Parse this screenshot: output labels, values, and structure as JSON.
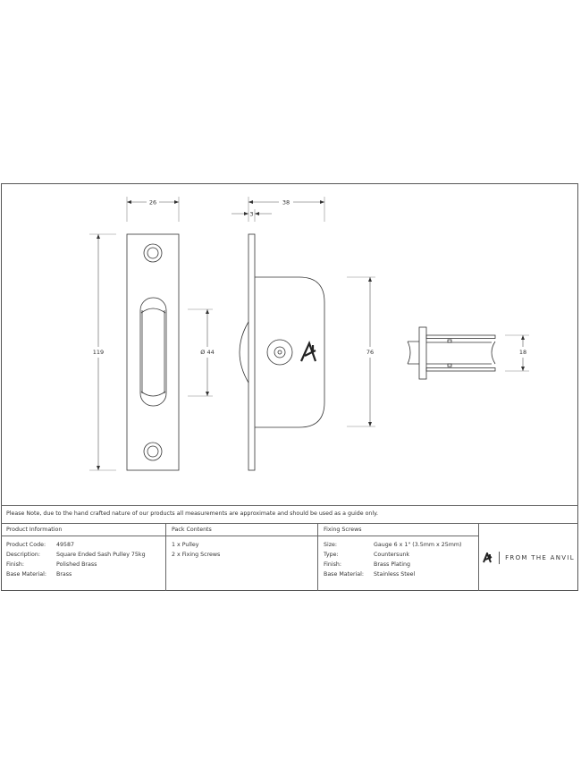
{
  "dimensions": {
    "width": "26",
    "height": "119",
    "wheel_diameter": "Ø 44",
    "depth": "38",
    "plate_thickness": "3",
    "body_height": "76",
    "wheel_width": "18"
  },
  "note": "Please Note, due to the hand crafted nature of our products all measurements are approximate and should be used as a guide only.",
  "product_information": {
    "heading": "Product Information",
    "rows": [
      {
        "label": "Product Code:",
        "value": "49587"
      },
      {
        "label": "Description:",
        "value": "Square Ended Sash Pulley 75kg"
      },
      {
        "label": "Finish:",
        "value": "Polished Brass"
      },
      {
        "label": "Base Material:",
        "value": "Brass"
      }
    ]
  },
  "pack_contents": {
    "heading": "Pack Contents",
    "items": [
      "1 x Pulley",
      "2 x Fixing Screws"
    ]
  },
  "fixing_screws": {
    "heading": "Fixing Screws",
    "rows": [
      {
        "label": "Size:",
        "value": "Gauge 6 x 1\" (3.5mm x 25mm)"
      },
      {
        "label": "Type:",
        "value": "Countersunk"
      },
      {
        "label": "Finish:",
        "value": "Brass Plating"
      },
      {
        "label": "Base Material:",
        "value": "Stainless Steel"
      }
    ]
  },
  "brand": {
    "name": "FROM THE ANVIL",
    "logo_mark": "A"
  }
}
